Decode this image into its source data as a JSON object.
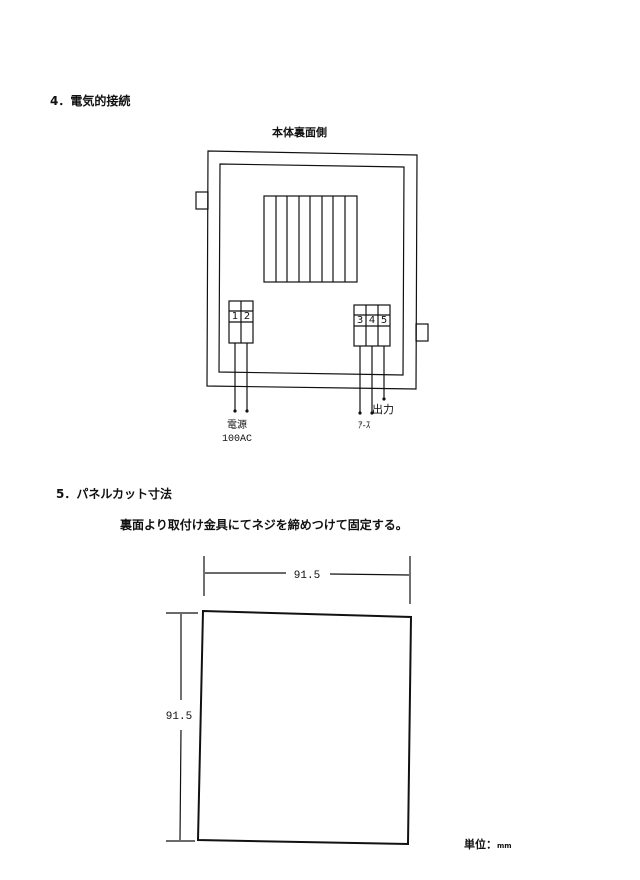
{
  "section4": {
    "heading": "4．電気的接続",
    "caption": "本体裏面側"
  },
  "terminals": {
    "left": [
      "1",
      "2"
    ],
    "right": [
      "3",
      "4",
      "5"
    ],
    "output_label": "出力",
    "power_label": "電源",
    "power_value": "100AC",
    "earth_label": "ｱ-ｽ"
  },
  "section5": {
    "heading": "5．パネルカット寸法",
    "mounting_note": "裏面より取付け金具にてネジを締めつけて固定する。",
    "width_dim": "91.5",
    "height_dim": "91.5",
    "unit_label": "単位：",
    "unit_value": "mm"
  }
}
